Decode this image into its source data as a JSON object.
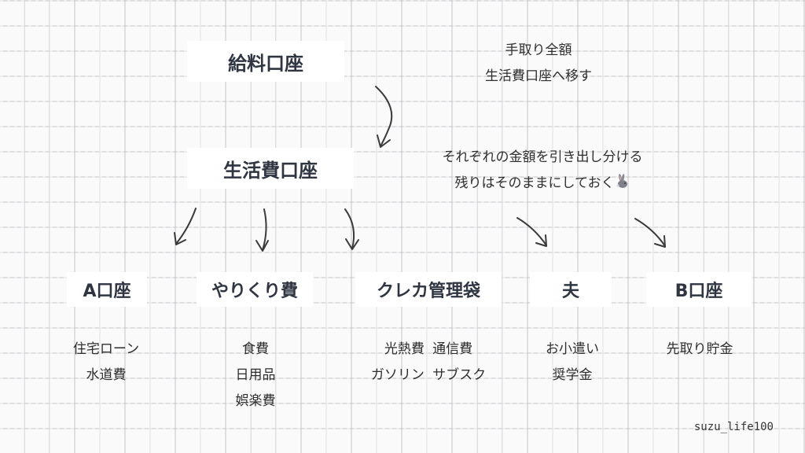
{
  "nodes": {
    "salary": "給料口座",
    "living": "生活費口座",
    "a_account": "A口座",
    "yarikuri": "やりくり費",
    "credit": "クレカ管理袋",
    "husband": "夫",
    "b_account": "B口座"
  },
  "notes": {
    "salary_note": [
      "手取り全額",
      "生活費口座へ移す"
    ],
    "living_note": [
      "それぞれの金額を引き出し分ける",
      "残りはそのままにしておく"
    ],
    "a_account_items": [
      "住宅ローン",
      "水道費"
    ],
    "yarikuri_items": [
      "食費",
      "日用品",
      "娯楽費"
    ],
    "credit_items": [
      "光熱費 通信費",
      "ガソリン サブスク"
    ],
    "husband_items": [
      "お小遣い",
      "奨学金"
    ],
    "b_account_items": [
      "先取り貯金"
    ]
  },
  "credit_text": "suzu_life100",
  "icons": {
    "rabbit": "rabbit-icon"
  }
}
